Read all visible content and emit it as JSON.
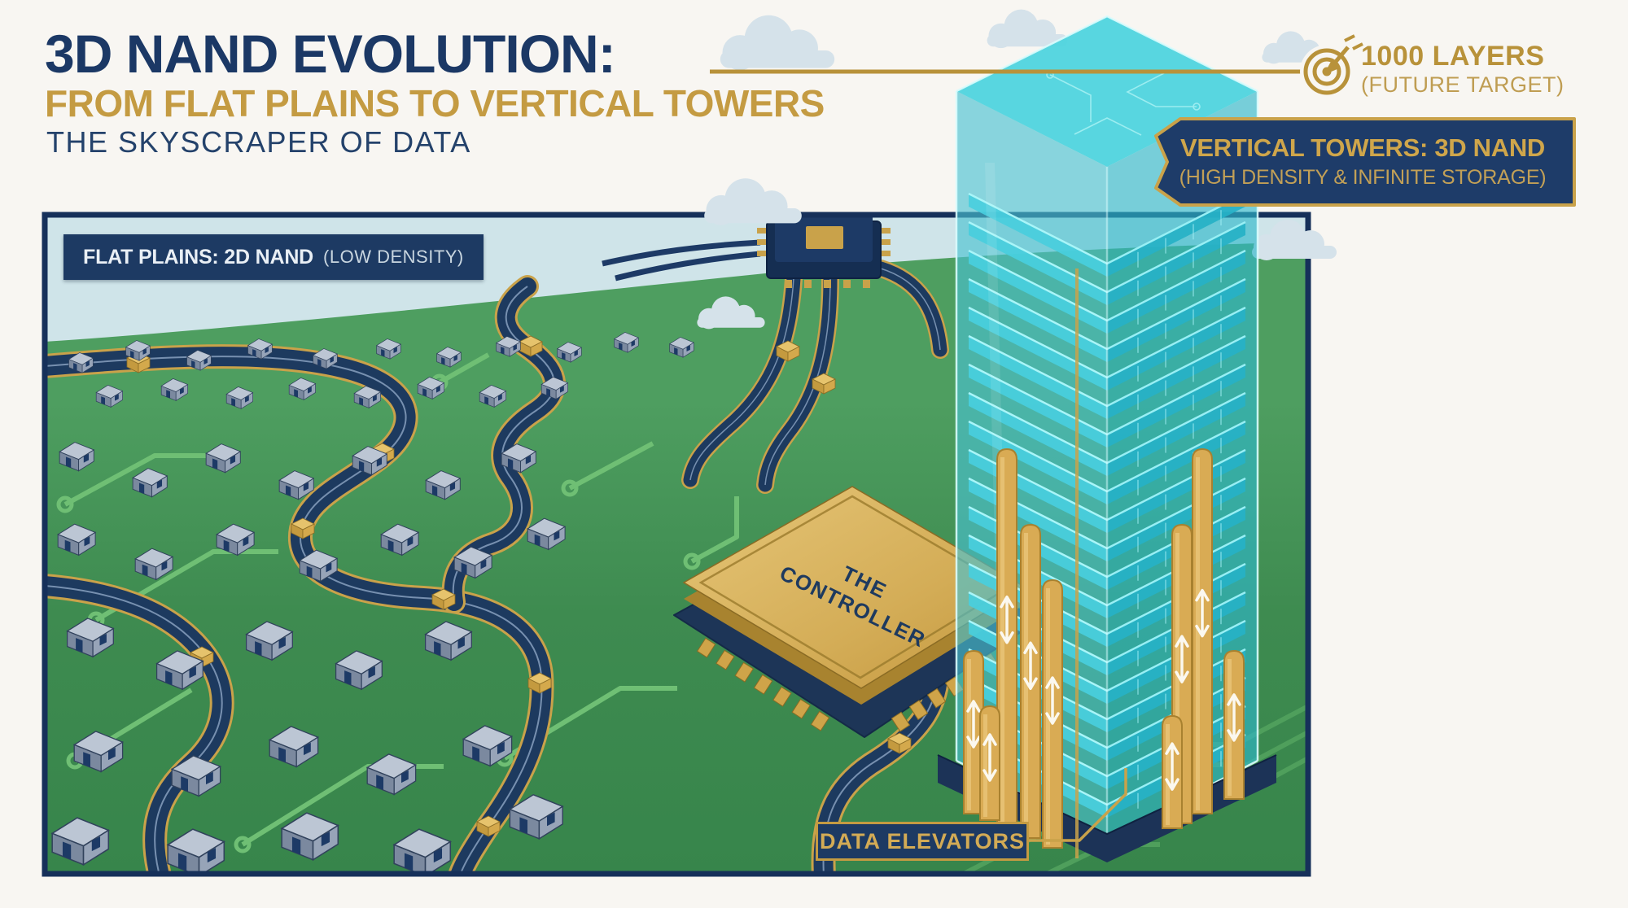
{
  "header": {
    "title": "3D NAND EVOLUTION:",
    "subtitle": "FROM FLAT PLAINS TO VERTICAL TOWERS",
    "tagline": "THE SKYSCRAPER OF DATA"
  },
  "flat_plains_badge": {
    "bold": "FLAT PLAINS: 2D NAND",
    "light": "(LOW DENSITY)"
  },
  "future_target": {
    "bold": "1000 LAYERS",
    "light": "(FUTURE TARGET)"
  },
  "vertical_towers_banner": {
    "bold": "VERTICAL TOWERS: 3D NAND",
    "light": "(HIGH DENSITY & INFINITE STORAGE)"
  },
  "controller_chip": {
    "line1": "THE",
    "line2": "CONTROLLER"
  },
  "data_elevators": {
    "label": "DATA ELEVATORS"
  },
  "colors": {
    "navy": "#1b3865",
    "gold": "#c49b42",
    "sky": "#cfe4e9",
    "board_green": "#3e8b50",
    "trace_green": "#6fbf74",
    "tower_cyan": "#3fd2de",
    "elevator_gold": "#d9ab54",
    "badge_navy": "#1d3a63",
    "background": "#f8f6f2"
  }
}
